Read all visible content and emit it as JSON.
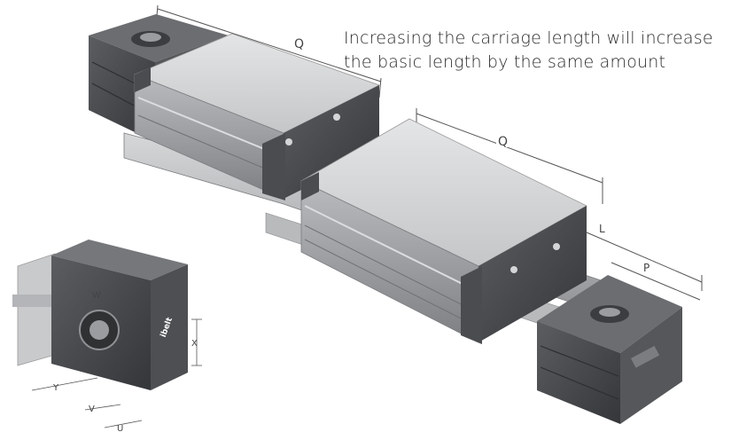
{
  "caption": {
    "line1": "Increasing the carriage length will increase",
    "line2": "the basic length by the same amount"
  },
  "dimensions": {
    "carriage_length_1": "Q",
    "carriage_length_2": "Q",
    "length_L": "L",
    "length_P": "P",
    "height_X": "X",
    "offset_W": "W",
    "offset_Y": "Y",
    "offset_V": "V",
    "offset_U": "U"
  },
  "colors": {
    "body_light": "#cfd0d2",
    "body_mid": "#a9abae",
    "body_dark": "#6d6f72",
    "endcap": "#4a4c4f",
    "endcap_dark": "#2f3133"
  },
  "icons": [
    "carriage-block",
    "end-cap",
    "rail-profile",
    "end-view-section"
  ]
}
